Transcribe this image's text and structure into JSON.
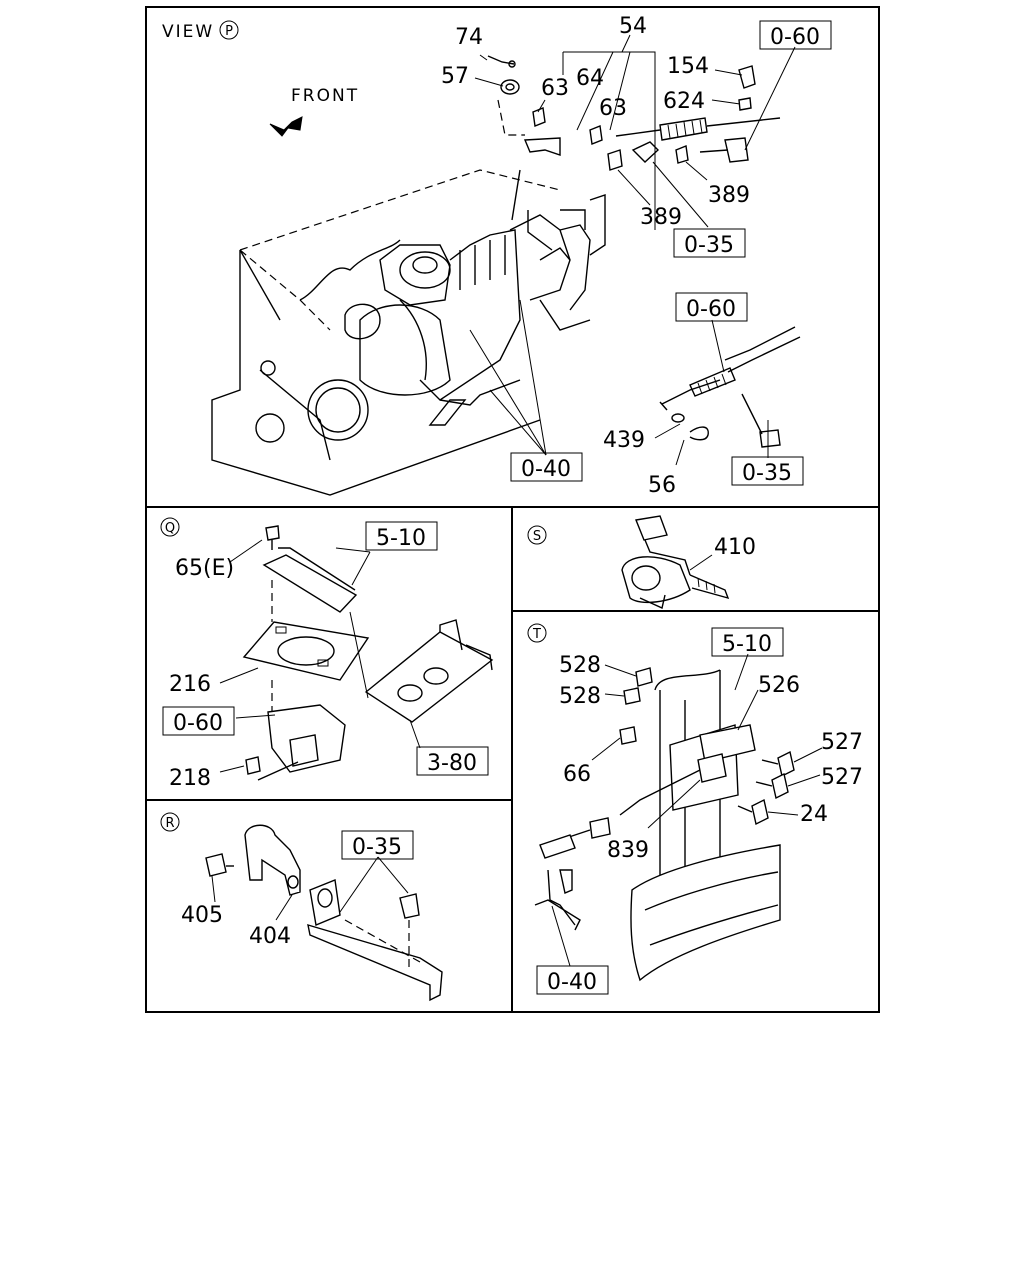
{
  "panels": {
    "view_p": {
      "title": "VIEW",
      "marker": "P",
      "front_label": "FRONT",
      "labels": [
        "74",
        "57",
        "54",
        "63",
        "64",
        "63",
        "154",
        "624",
        "389",
        "389",
        "439",
        "56"
      ],
      "refs": [
        "0-60",
        "0-35",
        "0-60",
        "0-40",
        "0-35"
      ]
    },
    "q": {
      "marker": "Q",
      "labels": [
        "65(E)",
        "216",
        "218"
      ],
      "refs": [
        "5-10",
        "0-60",
        "3-80"
      ]
    },
    "r": {
      "marker": "R",
      "labels": [
        "405",
        "404"
      ],
      "refs": [
        "0-35"
      ]
    },
    "s": {
      "marker": "S",
      "labels": [
        "410"
      ]
    },
    "t": {
      "marker": "T",
      "labels": [
        "528",
        "528",
        "526",
        "527",
        "527",
        "66",
        "24",
        "839"
      ],
      "refs": [
        "5-10",
        "0-40"
      ]
    }
  }
}
